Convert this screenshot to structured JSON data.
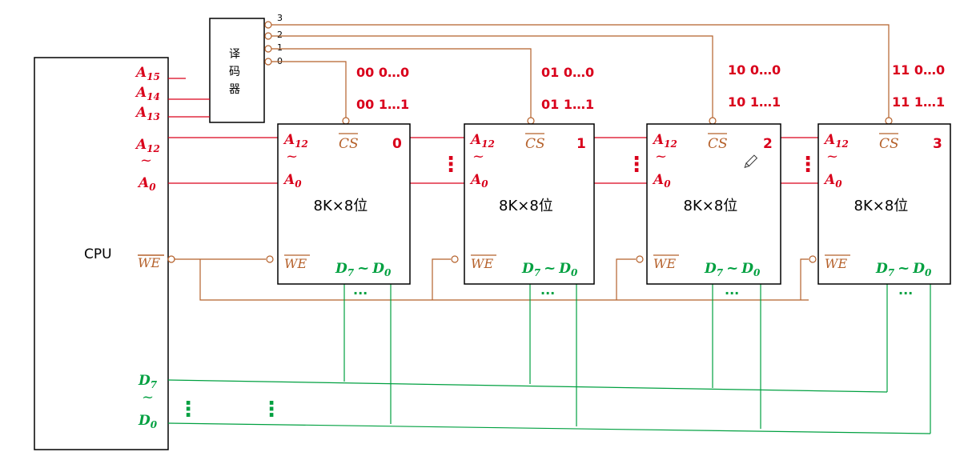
{
  "cpu": {
    "label": "CPU",
    "pins": {
      "a15": "A",
      "a15_sub": "15",
      "a14": "A",
      "a14_sub": "14",
      "a13": "A",
      "a13_sub": "13",
      "a12": "A",
      "a12_sub": "12",
      "tilde": "~",
      "a0": "A",
      "a0_sub": "0",
      "we": "WE",
      "d7": "D",
      "d7_sub": "7",
      "d0": "D",
      "d0_sub": "0",
      "dots": "⋮"
    }
  },
  "decoder": {
    "label_lines": [
      "译",
      "码",
      "器"
    ],
    "outputs": [
      "3",
      "2",
      "1",
      "0"
    ]
  },
  "chips": [
    {
      "index": "0",
      "label": "8K×8位",
      "cs": "CS",
      "we": "WE",
      "a_hi": "A",
      "a_hi_sub": "12",
      "tilde": "~",
      "a_lo": "A",
      "a_lo_sub": "0",
      "data_left": "D",
      "data_left_sub": "7",
      "data_sep": "~",
      "data_right": "D",
      "data_right_sub": "0",
      "addr_start": "00 0…0",
      "addr_end": "00 1…1"
    },
    {
      "index": "1",
      "label": "8K×8位",
      "cs": "CS",
      "we": "WE",
      "a_hi": "A",
      "a_hi_sub": "12",
      "tilde": "~",
      "a_lo": "A",
      "a_lo_sub": "0",
      "data_left": "D",
      "data_left_sub": "7",
      "data_sep": "~",
      "data_right": "D",
      "data_right_sub": "0",
      "addr_start": "01 0…0",
      "addr_end": "01 1…1"
    },
    {
      "index": "2",
      "label": "8K×8位",
      "cs": "CS",
      "we": "WE",
      "a_hi": "A",
      "a_hi_sub": "12",
      "tilde": "~",
      "a_lo": "A",
      "a_lo_sub": "0",
      "data_left": "D",
      "data_left_sub": "7",
      "data_sep": "~",
      "data_right": "D",
      "data_right_sub": "0",
      "addr_start": "10 0…0",
      "addr_end": "10 1…1"
    },
    {
      "index": "3",
      "label": "8K×8位",
      "cs": "CS",
      "we": "WE",
      "a_hi": "A",
      "a_hi_sub": "12",
      "tilde": "~",
      "a_lo": "A",
      "a_lo_sub": "0",
      "data_left": "D",
      "data_left_sub": "7",
      "data_sep": "~",
      "data_right": "D",
      "data_right_sub": "0",
      "addr_start": "11 0…0",
      "addr_end": "11 1…1"
    }
  ],
  "bus_dots": {
    "vertical": "⋮",
    "horizontal": "···"
  },
  "colors": {
    "address": "#d9001b",
    "control": "#b5612b",
    "data": "#00a040",
    "outline": "#000000"
  },
  "icons": {
    "cursor": "pencil-icon"
  }
}
